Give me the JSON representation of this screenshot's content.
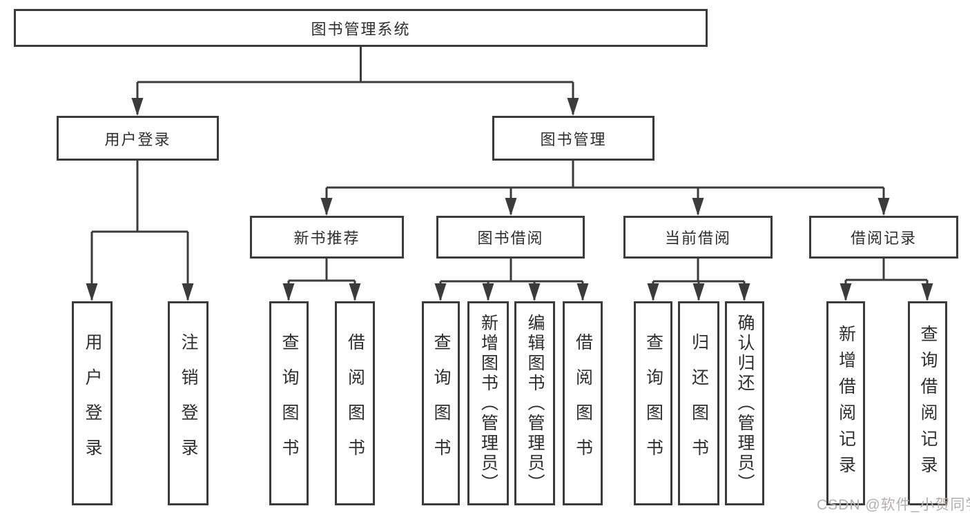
{
  "diagram_title": "图书管理系统",
  "colors": {
    "line": "#3b3b3b",
    "text": "#2e2e2e",
    "background": "#ffffff",
    "watermark": "#b3afae"
  },
  "nodes": {
    "root": "图书管理系统",
    "user_login_group": "用户登录",
    "book_mgmt": "图书管理",
    "new_book_rec": "新书推荐",
    "book_borrow": "图书借阅",
    "current_borrow": "当前借阅",
    "borrow_records": "借阅记录",
    "user_login": "用户登录",
    "logout": "注销登录",
    "nbr_query": "查询图书",
    "nbr_borrow": "借阅图书",
    "bb_query": "查询图书",
    "bb_add": "新增图书（管理员）",
    "bb_edit": "编辑图书（管理员）",
    "bb_borrow": "借阅图书",
    "cb_query": "查询图书",
    "cb_return": "归还图书",
    "cb_confirm": "确认归还（管理员）",
    "br_add": "新增借阅记录",
    "br_query": "查询借阅记录"
  },
  "tree": {
    "图书管理系统": {
      "用户登录": [
        "用户登录",
        "注销登录"
      ],
      "图书管理": {
        "新书推荐": [
          "查询图书",
          "借阅图书"
        ],
        "图书借阅": [
          "查询图书",
          "新增图书（管理员）",
          "编辑图书（管理员）",
          "借阅图书"
        ],
        "当前借阅": [
          "查询图书",
          "归还图书",
          "确认归还（管理员）"
        ],
        "借阅记录": [
          "新增借阅记录",
          "查询借阅记录"
        ]
      }
    }
  },
  "watermark": {
    "text": "CSDN @软件_小贺同学"
  }
}
